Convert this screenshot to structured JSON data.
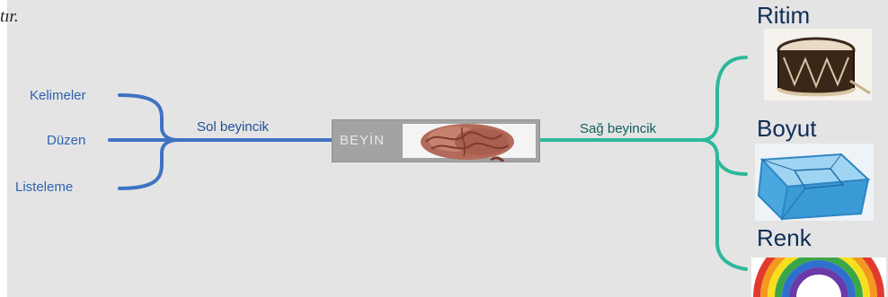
{
  "text_fragment": "tır.",
  "center": {
    "label": "BEYİN",
    "image_icon": "brain-icon"
  },
  "left": {
    "branch_label": "Sol beyincik",
    "color": "#3f72c4",
    "items": [
      "Kelimeler",
      "Düzen",
      "Listeleme"
    ]
  },
  "right": {
    "branch_label": "Sağ beyincik",
    "color": "#2db89b",
    "items": [
      {
        "label": "Ritim",
        "icon": "drum-icon"
      },
      {
        "label": "Boyut",
        "icon": "cube-icon"
      },
      {
        "label": "Renk",
        "icon": "rainbow-icon"
      }
    ]
  }
}
